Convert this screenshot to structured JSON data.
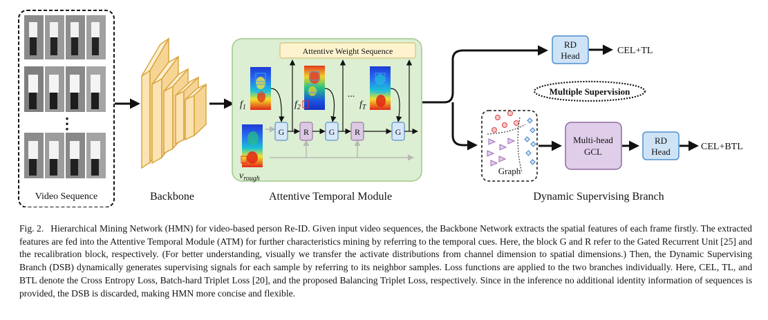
{
  "figure": {
    "video_sequence": {
      "label": "Video Sequence",
      "ellipsis": "⋮"
    },
    "backbone": {
      "label": "Backbone"
    },
    "atm": {
      "label": "Attentive Temporal Module",
      "attentive_weight_label": "Attentive Weight Sequence",
      "f1": "f",
      "f1_sub": "1",
      "f2": "f",
      "f2_sub": "2",
      "dots": "...",
      "fT": "f",
      "fT_sub": "T",
      "v_rough": "v",
      "v_rough_sub": "rough",
      "g_label": "G",
      "r_label": "R"
    },
    "dsb": {
      "label": "Dynamic Supervising Branch",
      "rd_head_line1": "RD",
      "rd_head_line2": "Head",
      "loss_top": "CEL+TL",
      "multiple_supervision": "Multiple Supervision",
      "graph_label": "Graph",
      "gcl_line1": "Multi-head",
      "gcl_line2": "GCL",
      "loss_bottom": "CEL+BTL"
    },
    "colors": {
      "atm_fill": "#dcefd2",
      "atm_stroke": "#9fc98a",
      "backbone_fill": "#fbe3b4",
      "backbone_stroke": "#d9a53d",
      "g_fill": "#d6e7f8",
      "g_stroke": "#5b8fc7",
      "r_fill": "#dcc9e4",
      "r_stroke": "#9b7aa8",
      "rd_fill": "#cfe3f6",
      "rd_stroke": "#4d8fd0",
      "gcl_fill": "#e0cde9",
      "gcl_stroke": "#8e6aa0",
      "aws_fill": "#fdf3cf",
      "aws_stroke": "#d8c27a"
    }
  },
  "caption": {
    "fig_label": "Fig. 2.",
    "text": "Hierarchical Mining Network (HMN) for video-based person Re-ID. Given input video sequences, the Backbone Network extracts the spatial features of each frame firstly. The extracted features are fed into the Attentive Temporal Module (ATM) for further characteristics mining by referring to the temporal cues. Here, the block G and R refer to the Gated Recurrent Unit [25] and the recalibration block, respectively. (For better understanding, visually we transfer the activate distributions from channel dimension to spatial dimensions.) Then, the Dynamic Supervising Branch (DSB) dynamically generates supervising signals for each sample by referring to its neighbor samples. Loss functions are applied to the two branches individually. Here, CEL, TL, and BTL denote the Cross Entropy Loss, Batch-hard Triplet Loss [20], and the proposed Balancing Triplet Loss, respectively. Since in the inference no additional identity information of sequences is provided, the DSB is discarded, making HMN more concise and flexible."
  }
}
